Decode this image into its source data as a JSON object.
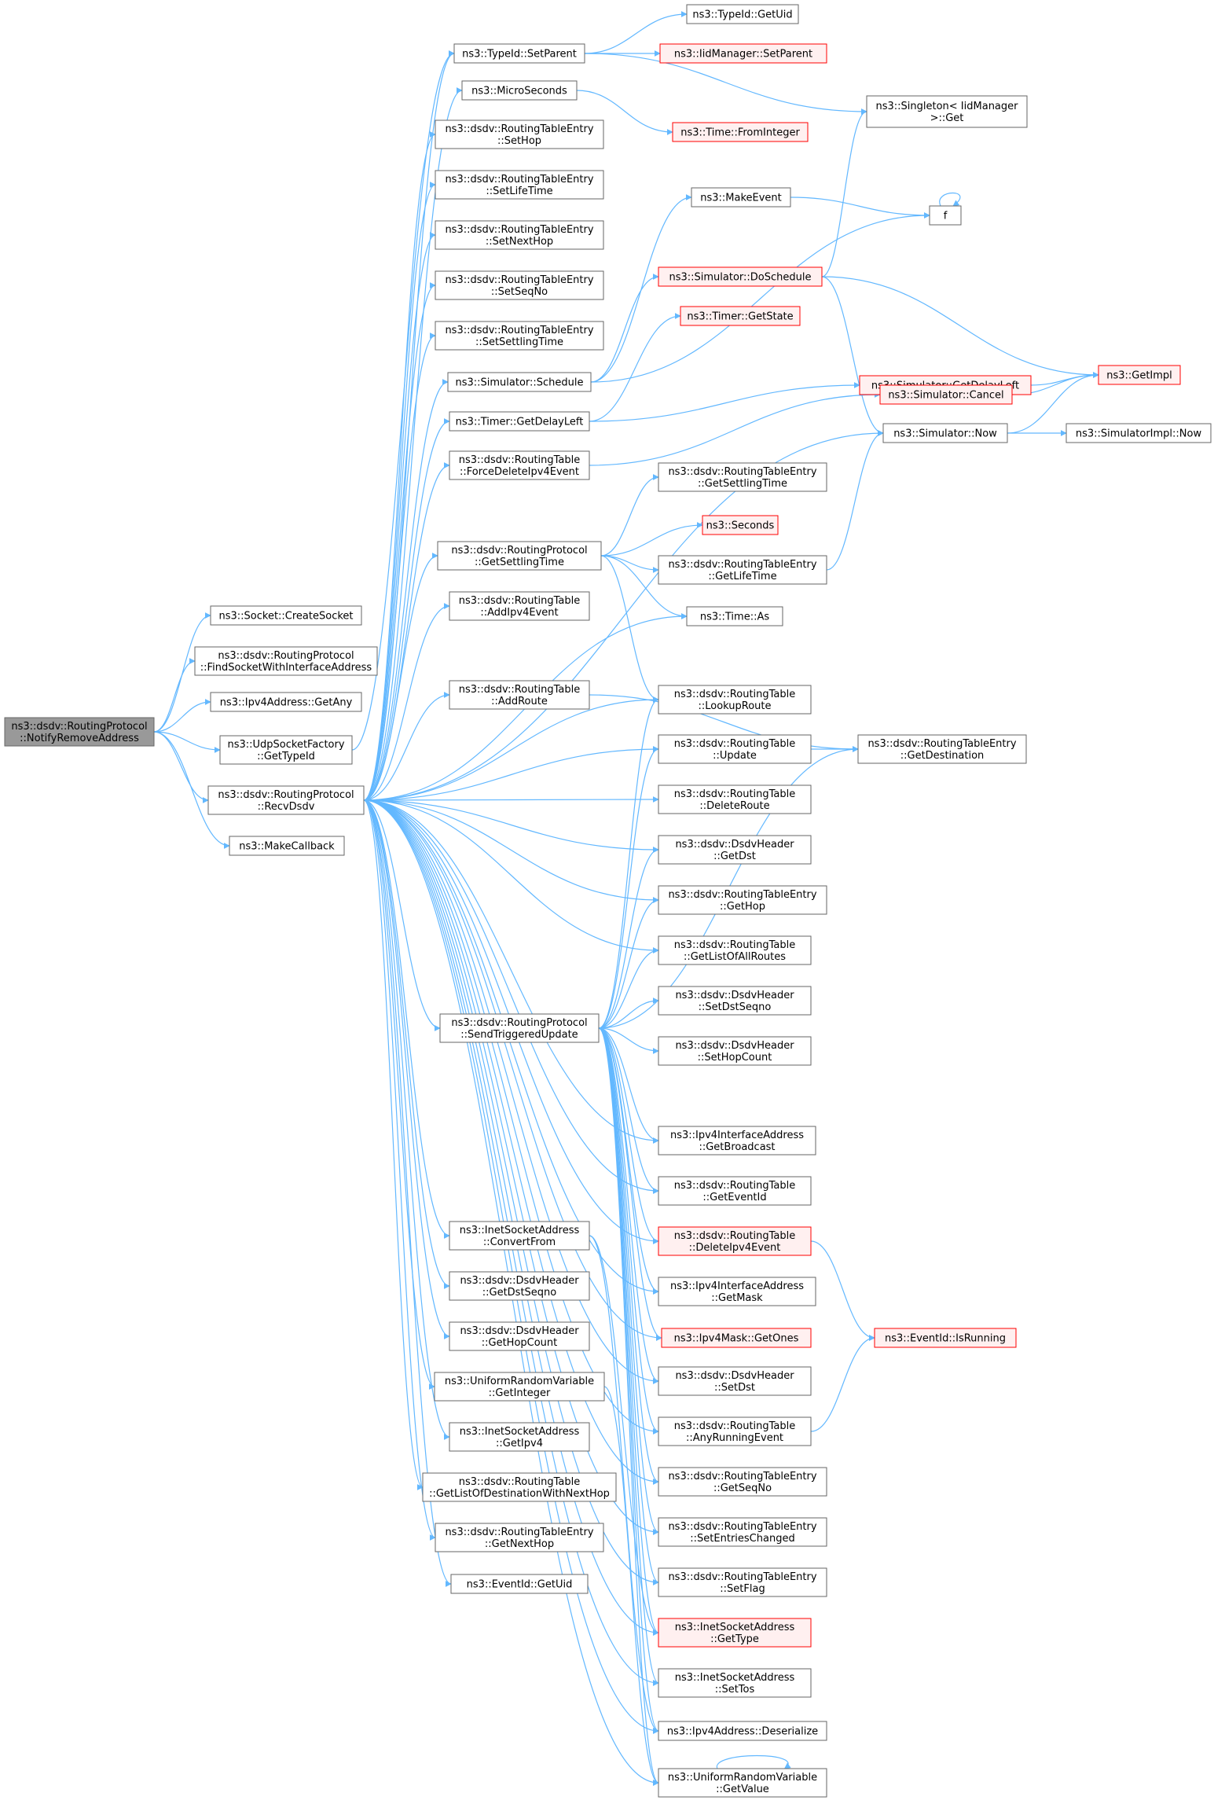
{
  "colors": {
    "edge": "#63B8FF",
    "node_border": "#666666",
    "node_fill": "#ffffff",
    "root_fill": "#999999",
    "root_border": "#666666",
    "truncated_border": "#FF0000",
    "truncated_fill": "#FFF0F0"
  },
  "diagram": {
    "nodes": [
      {
        "id": "root",
        "lines": [
          "ns3::dsdv::RoutingProtocol",
          "::NotifyRemoveAddress"
        ],
        "style": "root"
      },
      {
        "id": "createSocket",
        "lines": [
          "ns3::Socket::CreateSocket"
        ],
        "style": "normal"
      },
      {
        "id": "findSocket",
        "lines": [
          "ns3::dsdv::RoutingProtocol",
          "::FindSocketWithInterfaceAddress"
        ],
        "style": "normal"
      },
      {
        "id": "getAny",
        "lines": [
          "ns3::Ipv4Address::GetAny"
        ],
        "style": "normal"
      },
      {
        "id": "udpTypeId",
        "lines": [
          "ns3::UdpSocketFactory",
          "::GetTypeId"
        ],
        "style": "normal"
      },
      {
        "id": "recvDsdv",
        "lines": [
          "ns3::dsdv::RoutingProtocol",
          "::RecvDsdv"
        ],
        "style": "normal"
      },
      {
        "id": "makeCallback",
        "lines": [
          "ns3::MakeCallback"
        ],
        "style": "normal"
      },
      {
        "id": "setParent",
        "lines": [
          "ns3::TypeId::SetParent"
        ],
        "style": "normal"
      },
      {
        "id": "microSeconds",
        "lines": [
          "ns3::MicroSeconds"
        ],
        "style": "normal"
      },
      {
        "id": "setHop",
        "lines": [
          "ns3::dsdv::RoutingTableEntry",
          "::SetHop"
        ],
        "style": "normal"
      },
      {
        "id": "setLifeTime",
        "lines": [
          "ns3::dsdv::RoutingTableEntry",
          "::SetLifeTime"
        ],
        "style": "normal"
      },
      {
        "id": "setNextHop",
        "lines": [
          "ns3::dsdv::RoutingTableEntry",
          "::SetNextHop"
        ],
        "style": "normal"
      },
      {
        "id": "setSeqNo",
        "lines": [
          "ns3::dsdv::RoutingTableEntry",
          "::SetSeqNo"
        ],
        "style": "normal"
      },
      {
        "id": "setSettlingTime",
        "lines": [
          "ns3::dsdv::RoutingTableEntry",
          "::SetSettlingTime"
        ],
        "style": "normal"
      },
      {
        "id": "schedule",
        "lines": [
          "ns3::Simulator::Schedule"
        ],
        "style": "normal"
      },
      {
        "id": "getDelayLeft",
        "lines": [
          "ns3::Timer::GetDelayLeft"
        ],
        "style": "normal"
      },
      {
        "id": "forceDelete",
        "lines": [
          "ns3::dsdv::RoutingTable",
          "::ForceDeleteIpv4Event"
        ],
        "style": "normal"
      },
      {
        "id": "getSettlingTimeP",
        "lines": [
          "ns3::dsdv::RoutingProtocol",
          "::GetSettlingTime"
        ],
        "style": "normal"
      },
      {
        "id": "addIpv4Event",
        "lines": [
          "ns3::dsdv::RoutingTable",
          "::AddIpv4Event"
        ],
        "style": "normal"
      },
      {
        "id": "addRoute",
        "lines": [
          "ns3::dsdv::RoutingTable",
          "::AddRoute"
        ],
        "style": "normal"
      },
      {
        "id": "sendTriggered",
        "lines": [
          "ns3::dsdv::RoutingProtocol",
          "::SendTriggeredUpdate"
        ],
        "style": "normal"
      },
      {
        "id": "convertFrom",
        "lines": [
          "ns3::InetSocketAddress",
          "::ConvertFrom"
        ],
        "style": "normal"
      },
      {
        "id": "getDstSeqno",
        "lines": [
          "ns3::dsdv::DsdvHeader",
          "::GetDstSeqno"
        ],
        "style": "normal"
      },
      {
        "id": "getHopCount",
        "lines": [
          "ns3::dsdv::DsdvHeader",
          "::GetHopCount"
        ],
        "style": "normal"
      },
      {
        "id": "getInteger",
        "lines": [
          "ns3::UniformRandomVariable",
          "::GetInteger"
        ],
        "style": "normal"
      },
      {
        "id": "getIpv4",
        "lines": [
          "ns3::InetSocketAddress",
          "::GetIpv4"
        ],
        "style": "normal"
      },
      {
        "id": "getListNextHop",
        "lines": [
          "ns3::dsdv::RoutingTable",
          "::GetListOfDestinationWithNextHop"
        ],
        "style": "normal"
      },
      {
        "id": "getNextHop",
        "lines": [
          "ns3::dsdv::RoutingTableEntry",
          "::GetNextHop"
        ],
        "style": "normal"
      },
      {
        "id": "getUid",
        "lines": [
          "ns3::EventId::GetUid"
        ],
        "style": "normal"
      },
      {
        "id": "typeGetUid",
        "lines": [
          "ns3::TypeId::GetUid"
        ],
        "style": "normal"
      },
      {
        "id": "iidSetParent",
        "lines": [
          "ns3::IidManager::SetParent"
        ],
        "style": "truncated"
      },
      {
        "id": "singletonGet",
        "lines": [
          "ns3::Singleton< IidManager",
          ">::Get"
        ],
        "style": "normal"
      },
      {
        "id": "fromInteger",
        "lines": [
          "ns3::Time::FromInteger"
        ],
        "style": "truncated"
      },
      {
        "id": "makeEvent",
        "lines": [
          "ns3::MakeEvent"
        ],
        "style": "normal"
      },
      {
        "id": "f",
        "lines": [
          "f"
        ],
        "style": "normal"
      },
      {
        "id": "doSchedule",
        "lines": [
          "ns3::Simulator::DoSchedule"
        ],
        "style": "truncated"
      },
      {
        "id": "timerGetState",
        "lines": [
          "ns3::Timer::GetState"
        ],
        "style": "truncated"
      },
      {
        "id": "simGetDelayLeft",
        "lines": [
          "ns3::Simulator::GetDelayLeft"
        ],
        "style": "truncated"
      },
      {
        "id": "getImpl",
        "lines": [
          "ns3::GetImpl"
        ],
        "style": "truncated"
      },
      {
        "id": "cancel",
        "lines": [
          "ns3::Simulator::Cancel"
        ],
        "style": "truncated"
      },
      {
        "id": "now",
        "lines": [
          "ns3::Simulator::Now"
        ],
        "style": "normal"
      },
      {
        "id": "implNow",
        "lines": [
          "ns3::SimulatorImpl::Now"
        ],
        "style": "normal"
      },
      {
        "id": "getSettlingTimeE",
        "lines": [
          "ns3::dsdv::RoutingTableEntry",
          "::GetSettlingTime"
        ],
        "style": "normal"
      },
      {
        "id": "seconds",
        "lines": [
          "ns3::Seconds"
        ],
        "style": "truncated"
      },
      {
        "id": "getLifeTime",
        "lines": [
          "ns3::dsdv::RoutingTableEntry",
          "::GetLifeTime"
        ],
        "style": "normal"
      },
      {
        "id": "timeAs",
        "lines": [
          "ns3::Time::As"
        ],
        "style": "normal"
      },
      {
        "id": "lookupRoute",
        "lines": [
          "ns3::dsdv::RoutingTable",
          "::LookupRoute"
        ],
        "style": "normal"
      },
      {
        "id": "update",
        "lines": [
          "ns3::dsdv::RoutingTable",
          "::Update"
        ],
        "style": "normal"
      },
      {
        "id": "getDestination",
        "lines": [
          "ns3::dsdv::RoutingTableEntry",
          "::GetDestination"
        ],
        "style": "normal"
      },
      {
        "id": "deleteRoute",
        "lines": [
          "ns3::dsdv::RoutingTable",
          "::DeleteRoute"
        ],
        "style": "normal"
      },
      {
        "id": "getDst",
        "lines": [
          "ns3::dsdv::DsdvHeader",
          "::GetDst"
        ],
        "style": "normal"
      },
      {
        "id": "getHop",
        "lines": [
          "ns3::dsdv::RoutingTableEntry",
          "::GetHop"
        ],
        "style": "normal"
      },
      {
        "id": "getListAll",
        "lines": [
          "ns3::dsdv::RoutingTable",
          "::GetListOfAllRoutes"
        ],
        "style": "normal"
      },
      {
        "id": "setDstSeqno",
        "lines": [
          "ns3::dsdv::DsdvHeader",
          "::SetDstSeqno"
        ],
        "style": "normal"
      },
      {
        "id": "setHopCount",
        "lines": [
          "ns3::dsdv::DsdvHeader",
          "::SetHopCount"
        ],
        "style": "normal"
      },
      {
        "id": "getBroadcast",
        "lines": [
          "ns3::Ipv4InterfaceAddress",
          "::GetBroadcast"
        ],
        "style": "normal"
      },
      {
        "id": "getEventId",
        "lines": [
          "ns3::dsdv::RoutingTable",
          "::GetEventId"
        ],
        "style": "normal"
      },
      {
        "id": "deleteIpv4Event",
        "lines": [
          "ns3::dsdv::RoutingTable",
          "::DeleteIpv4Event"
        ],
        "style": "truncated"
      },
      {
        "id": "getMask",
        "lines": [
          "ns3::Ipv4InterfaceAddress",
          "::GetMask"
        ],
        "style": "normal"
      },
      {
        "id": "getOnes",
        "lines": [
          "ns3::Ipv4Mask::GetOnes"
        ],
        "style": "truncated"
      },
      {
        "id": "isRunning",
        "lines": [
          "ns3::EventId::IsRunning"
        ],
        "style": "truncated"
      },
      {
        "id": "setDst",
        "lines": [
          "ns3::dsdv::DsdvHeader",
          "::SetDst"
        ],
        "style": "normal"
      },
      {
        "id": "anyRunning",
        "lines": [
          "ns3::dsdv::RoutingTable",
          "::AnyRunningEvent"
        ],
        "style": "normal"
      },
      {
        "id": "getSeqNo",
        "lines": [
          "ns3::dsdv::RoutingTableEntry",
          "::GetSeqNo"
        ],
        "style": "normal"
      },
      {
        "id": "setEntriesChanged",
        "lines": [
          "ns3::dsdv::RoutingTableEntry",
          "::SetEntriesChanged"
        ],
        "style": "normal"
      },
      {
        "id": "setFlag",
        "lines": [
          "ns3::dsdv::RoutingTableEntry",
          "::SetFlag"
        ],
        "style": "normal"
      },
      {
        "id": "getType",
        "lines": [
          "ns3::InetSocketAddress",
          "::GetType"
        ],
        "style": "truncated"
      },
      {
        "id": "setTos",
        "lines": [
          "ns3::InetSocketAddress",
          "::SetTos"
        ],
        "style": "normal"
      },
      {
        "id": "deserialize",
        "lines": [
          "ns3::Ipv4Address::Deserialize"
        ],
        "style": "normal"
      },
      {
        "id": "getValue",
        "lines": [
          "ns3::UniformRandomVariable",
          "::GetValue"
        ],
        "style": "normal"
      }
    ],
    "edges": [
      [
        "root",
        "createSocket"
      ],
      [
        "root",
        "findSocket"
      ],
      [
        "root",
        "getAny"
      ],
      [
        "root",
        "udpTypeId"
      ],
      [
        "root",
        "recvDsdv"
      ],
      [
        "root",
        "makeCallback"
      ],
      [
        "udpTypeId",
        "setParent"
      ],
      [
        "recvDsdv",
        "setParent"
      ],
      [
        "recvDsdv",
        "microSeconds"
      ],
      [
        "recvDsdv",
        "setHop"
      ],
      [
        "recvDsdv",
        "setLifeTime"
      ],
      [
        "recvDsdv",
        "setNextHop"
      ],
      [
        "recvDsdv",
        "setSeqNo"
      ],
      [
        "recvDsdv",
        "setSettlingTime"
      ],
      [
        "recvDsdv",
        "schedule"
      ],
      [
        "recvDsdv",
        "getDelayLeft"
      ],
      [
        "recvDsdv",
        "forceDelete"
      ],
      [
        "recvDsdv",
        "now"
      ],
      [
        "recvDsdv",
        "getSettlingTimeP"
      ],
      [
        "recvDsdv",
        "addIpv4Event"
      ],
      [
        "recvDsdv",
        "timeAs"
      ],
      [
        "recvDsdv",
        "addRoute"
      ],
      [
        "recvDsdv",
        "lookupRoute"
      ],
      [
        "recvDsdv",
        "update"
      ],
      [
        "recvDsdv",
        "deleteRoute"
      ],
      [
        "recvDsdv",
        "getDst"
      ],
      [
        "recvDsdv",
        "getHop"
      ],
      [
        "recvDsdv",
        "getListAll"
      ],
      [
        "recvDsdv",
        "sendTriggered"
      ],
      [
        "recvDsdv",
        "getBroadcast"
      ],
      [
        "recvDsdv",
        "getEventId"
      ],
      [
        "recvDsdv",
        "deleteIpv4Event"
      ],
      [
        "recvDsdv",
        "getMask"
      ],
      [
        "recvDsdv",
        "getOnes"
      ],
      [
        "recvDsdv",
        "convertFrom"
      ],
      [
        "recvDsdv",
        "getDstSeqno"
      ],
      [
        "recvDsdv",
        "getHopCount"
      ],
      [
        "recvDsdv",
        "getInteger"
      ],
      [
        "recvDsdv",
        "getIpv4"
      ],
      [
        "recvDsdv",
        "getListNextHop"
      ],
      [
        "recvDsdv",
        "getNextHop"
      ],
      [
        "recvDsdv",
        "getUid"
      ],
      [
        "recvDsdv",
        "setDst"
      ],
      [
        "recvDsdv",
        "anyRunning"
      ],
      [
        "recvDsdv",
        "getSeqNo"
      ],
      [
        "recvDsdv",
        "setEntriesChanged"
      ],
      [
        "recvDsdv",
        "setFlag"
      ],
      [
        "recvDsdv",
        "getType"
      ],
      [
        "recvDsdv",
        "setTos"
      ],
      [
        "recvDsdv",
        "deserialize"
      ],
      [
        "recvDsdv",
        "getValue"
      ],
      [
        "setParent",
        "typeGetUid"
      ],
      [
        "setParent",
        "iidSetParent"
      ],
      [
        "setParent",
        "singletonGet"
      ],
      [
        "microSeconds",
        "fromInteger"
      ],
      [
        "schedule",
        "makeEvent"
      ],
      [
        "schedule",
        "f"
      ],
      [
        "schedule",
        "doSchedule"
      ],
      [
        "makeEvent",
        "f"
      ],
      [
        "f",
        "f"
      ],
      [
        "doSchedule",
        "singletonGet"
      ],
      [
        "doSchedule",
        "getImpl"
      ],
      [
        "doSchedule",
        "now"
      ],
      [
        "getDelayLeft",
        "timerGetState"
      ],
      [
        "getDelayLeft",
        "simGetDelayLeft"
      ],
      [
        "simGetDelayLeft",
        "getImpl"
      ],
      [
        "cancel",
        "getImpl"
      ],
      [
        "forceDelete",
        "cancel"
      ],
      [
        "now",
        "getImpl"
      ],
      [
        "now",
        "implNow"
      ],
      [
        "getSettlingTimeP",
        "getSettlingTimeE"
      ],
      [
        "getSettlingTimeP",
        "seconds"
      ],
      [
        "getSettlingTimeP",
        "getLifeTime"
      ],
      [
        "getSettlingTimeP",
        "timeAs"
      ],
      [
        "getSettlingTimeP",
        "lookupRoute"
      ],
      [
        "getLifeTime",
        "now"
      ],
      [
        "addRoute",
        "getDestination"
      ],
      [
        "update",
        "getDestination"
      ],
      [
        "sendTriggered",
        "lookupRoute"
      ],
      [
        "sendTriggered",
        "update"
      ],
      [
        "sendTriggered",
        "getDst"
      ],
      [
        "sendTriggered",
        "getHop"
      ],
      [
        "sendTriggered",
        "getListAll"
      ],
      [
        "sendTriggered",
        "setDstSeqno"
      ],
      [
        "sendTriggered",
        "setHopCount"
      ],
      [
        "sendTriggered",
        "getDestination"
      ],
      [
        "sendTriggered",
        "getBroadcast"
      ],
      [
        "sendTriggered",
        "getEventId"
      ],
      [
        "sendTriggered",
        "deleteIpv4Event"
      ],
      [
        "sendTriggered",
        "getMask"
      ],
      [
        "sendTriggered",
        "getOnes"
      ],
      [
        "sendTriggered",
        "setDst"
      ],
      [
        "sendTriggered",
        "anyRunning"
      ],
      [
        "sendTriggered",
        "getSeqNo"
      ],
      [
        "sendTriggered",
        "setEntriesChanged"
      ],
      [
        "sendTriggered",
        "setFlag"
      ],
      [
        "sendTriggered",
        "getType"
      ],
      [
        "sendTriggered",
        "setTos"
      ],
      [
        "sendTriggered",
        "deserialize"
      ],
      [
        "sendTriggered",
        "getValue"
      ],
      [
        "deleteIpv4Event",
        "isRunning"
      ],
      [
        "anyRunning",
        "isRunning"
      ],
      [
        "convertFrom",
        "getType"
      ],
      [
        "convertFrom",
        "deserialize"
      ],
      [
        "getInteger",
        "getValue"
      ],
      [
        "getValue",
        "getValue"
      ]
    ]
  }
}
